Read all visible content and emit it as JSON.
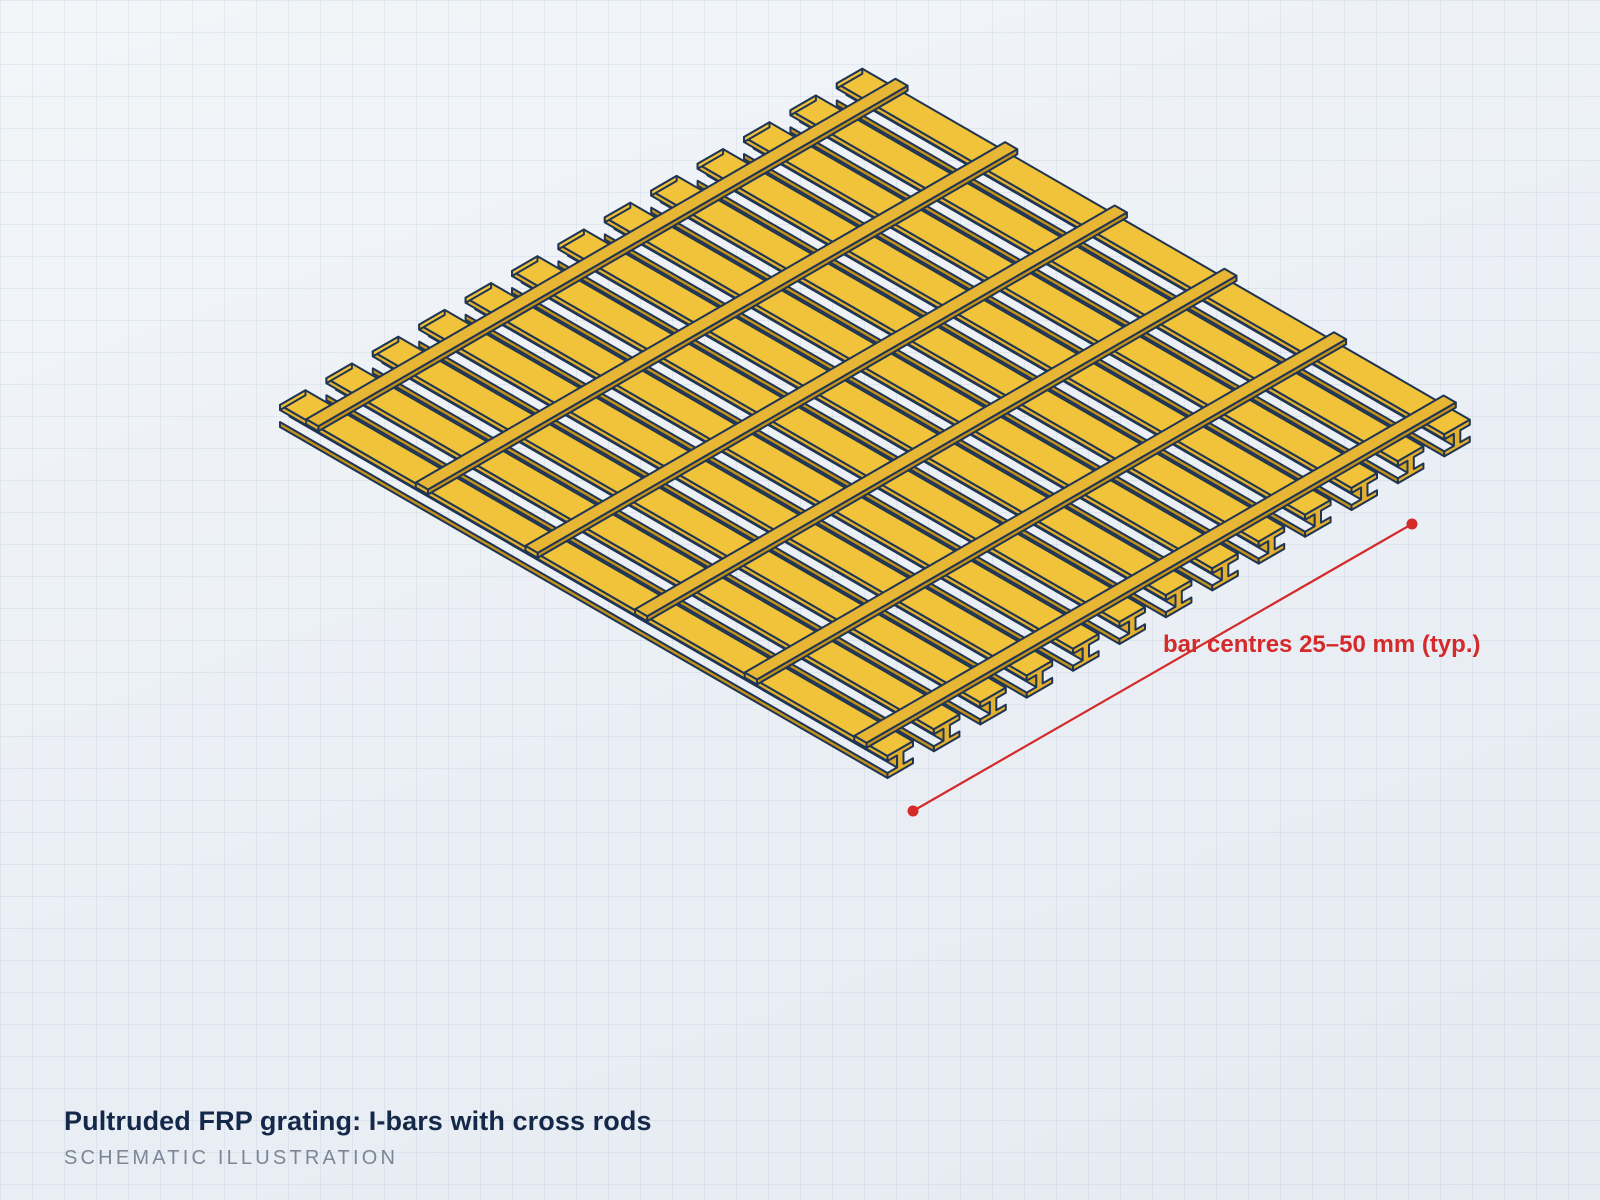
{
  "diagram": {
    "title": "Pultruded FRP grating: I-bars with cross rods",
    "subtitle": "SCHEMATIC ILLUSTRATION",
    "dimension_label": "bar centres 25–50 mm (typ.)",
    "bar_count": 13,
    "cross_rod_count": 6,
    "colors": {
      "bar_top": "#f1c33a",
      "bar_web": "#d9a724",
      "bar_flange_side": "#e3b12f",
      "bar_dark": "#c4921b",
      "rod": "#e7b634",
      "outline": "#1f3553",
      "dimension": "#d42a2a",
      "title": "#14284a",
      "subtitle": "#7b8796"
    }
  }
}
